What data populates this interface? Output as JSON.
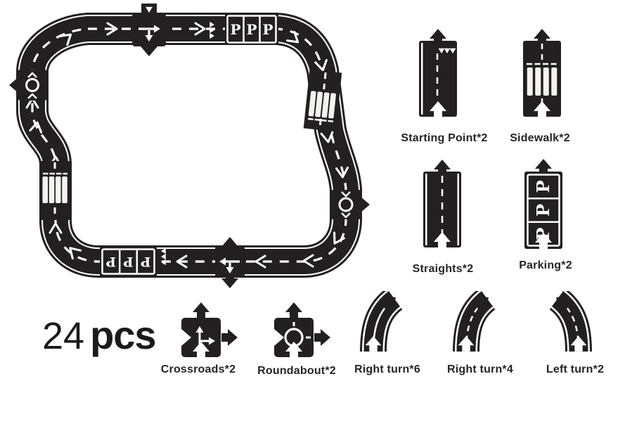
{
  "colors": {
    "road": "#242021",
    "marking": "#ffffff",
    "label_text": "#262324",
    "background": "#ffffff"
  },
  "count": {
    "number": "24",
    "unit": "pcs"
  },
  "parking_letter": "P",
  "legend": {
    "right_column": [
      {
        "name": "starting-point",
        "label": "Starting Point*2"
      },
      {
        "name": "sidewalk",
        "label": "Sidewalk*2"
      },
      {
        "name": "straights",
        "label": "Straights*2"
      },
      {
        "name": "parking",
        "label": "Parking*2"
      }
    ],
    "bottom_row": [
      {
        "name": "crossroads",
        "label": "Crossroads*2"
      },
      {
        "name": "roundabout",
        "label": "Roundabout*2"
      },
      {
        "name": "right-turn-6",
        "label": "Right turn*6"
      },
      {
        "name": "right-turn-4",
        "label": "Right turn*4"
      },
      {
        "name": "left-turn-2",
        "label": "Left turn*2"
      }
    ]
  }
}
